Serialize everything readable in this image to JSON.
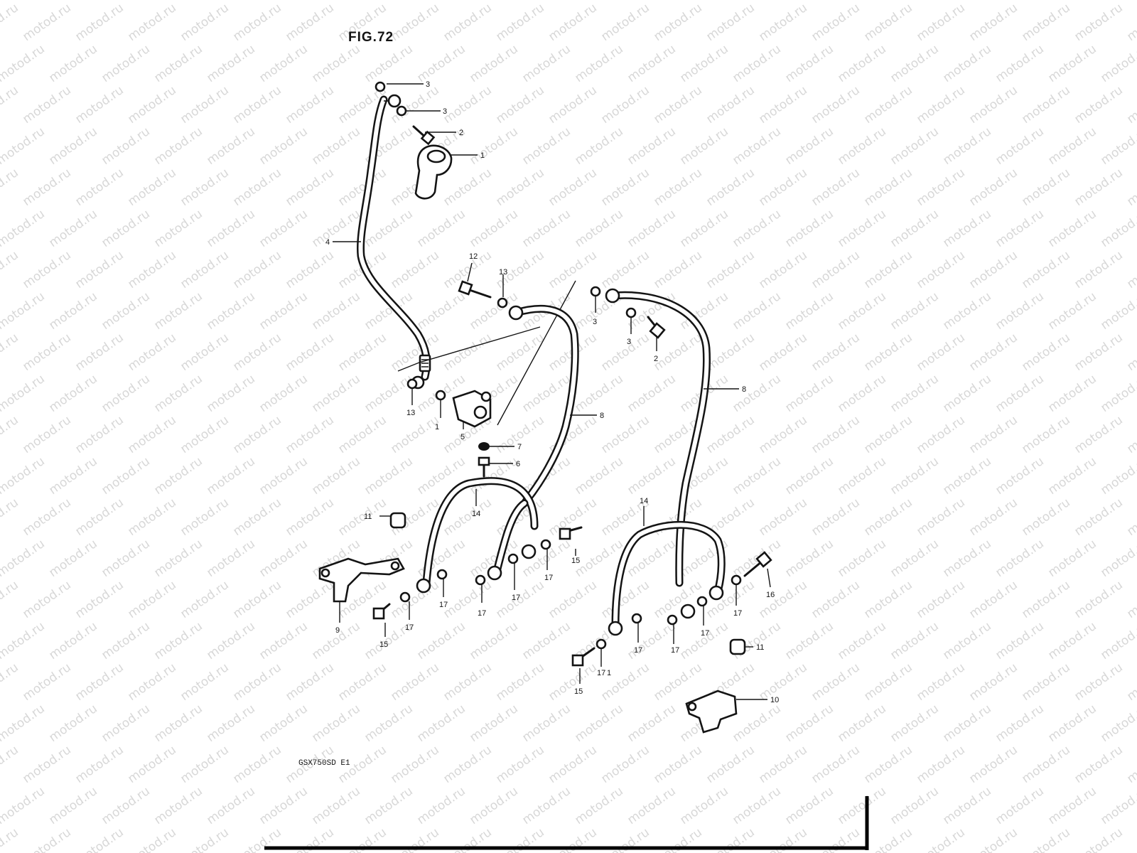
{
  "figure_title": "FIG.72",
  "model_code": "GSX750SD E1",
  "watermark": "motod.ru",
  "colors": {
    "ink": "#141414",
    "paper": "#ffffff",
    "watermark": "#b8b8b8"
  },
  "callouts": [
    "3",
    "3",
    "2",
    "1",
    "4",
    "12",
    "13",
    "3",
    "3",
    "2",
    "8",
    "8",
    "13",
    "1",
    "5",
    "7",
    "6",
    "14",
    "14",
    "11",
    "11",
    "15",
    "15",
    "15",
    "16",
    "17",
    "17",
    "17",
    "17",
    "17",
    "17",
    "17",
    "17",
    "17",
    "17",
    "1",
    "9",
    "10"
  ]
}
